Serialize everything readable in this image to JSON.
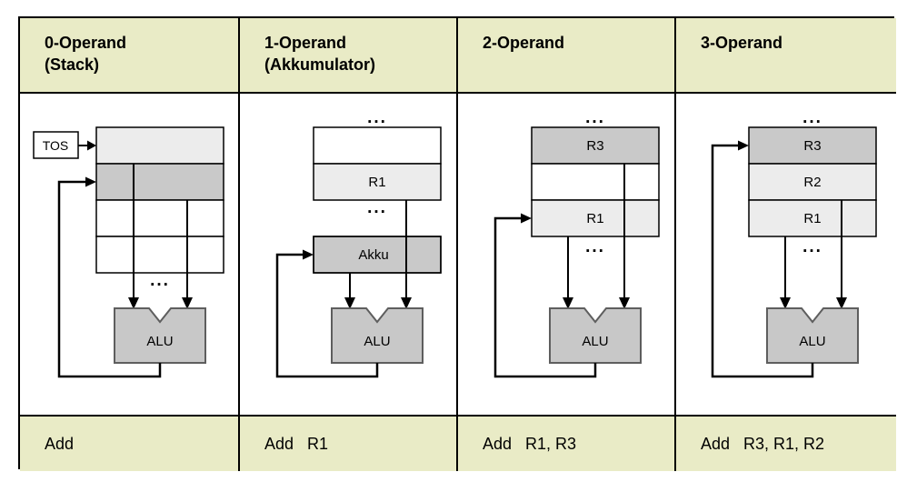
{
  "colors": {
    "band_bg": "#e9ebc6",
    "grid_border": "#000000",
    "cell_light": "#ececec",
    "cell_mid": "#c9c9c9",
    "cell_white": "#ffffff",
    "alu_fill": "#c8c8c8",
    "alu_border": "#5e5e5e",
    "line": "#000000"
  },
  "columns": [
    {
      "header_line1": "0-Operand",
      "header_line2": "(Stack)",
      "instruction": "Add",
      "tos_label": "TOS",
      "alu_label": "ALU",
      "dots": "...",
      "registers": [
        {
          "label": "",
          "fill": "#ececec"
        },
        {
          "label": "",
          "fill": "#c9c9c9"
        },
        {
          "label": "",
          "fill": "#ffffff"
        },
        {
          "label": "",
          "fill": "#ffffff"
        }
      ]
    },
    {
      "header_line1": "1-Operand",
      "header_line2": "(Akkumulator)",
      "instruction": "Add   R1",
      "akku_label": "Akku",
      "alu_label": "ALU",
      "dots": "...",
      "registers": [
        {
          "label": "",
          "fill": "#ffffff"
        },
        {
          "label": "R1",
          "fill": "#ececec"
        }
      ]
    },
    {
      "header_line1": "2-Operand",
      "header_line2": "",
      "instruction": "Add   R1, R3",
      "alu_label": "ALU",
      "dots": "...",
      "registers": [
        {
          "label": "R3",
          "fill": "#c9c9c9"
        },
        {
          "label": "",
          "fill": "#ffffff"
        },
        {
          "label": "R1",
          "fill": "#ececec"
        }
      ]
    },
    {
      "header_line1": "3-Operand",
      "header_line2": "",
      "instruction": "Add   R3, R1, R2",
      "alu_label": "ALU",
      "dots": "...",
      "registers": [
        {
          "label": "R3",
          "fill": "#c9c9c9"
        },
        {
          "label": "R2",
          "fill": "#ececec"
        },
        {
          "label": "R1",
          "fill": "#ececec"
        }
      ]
    }
  ]
}
